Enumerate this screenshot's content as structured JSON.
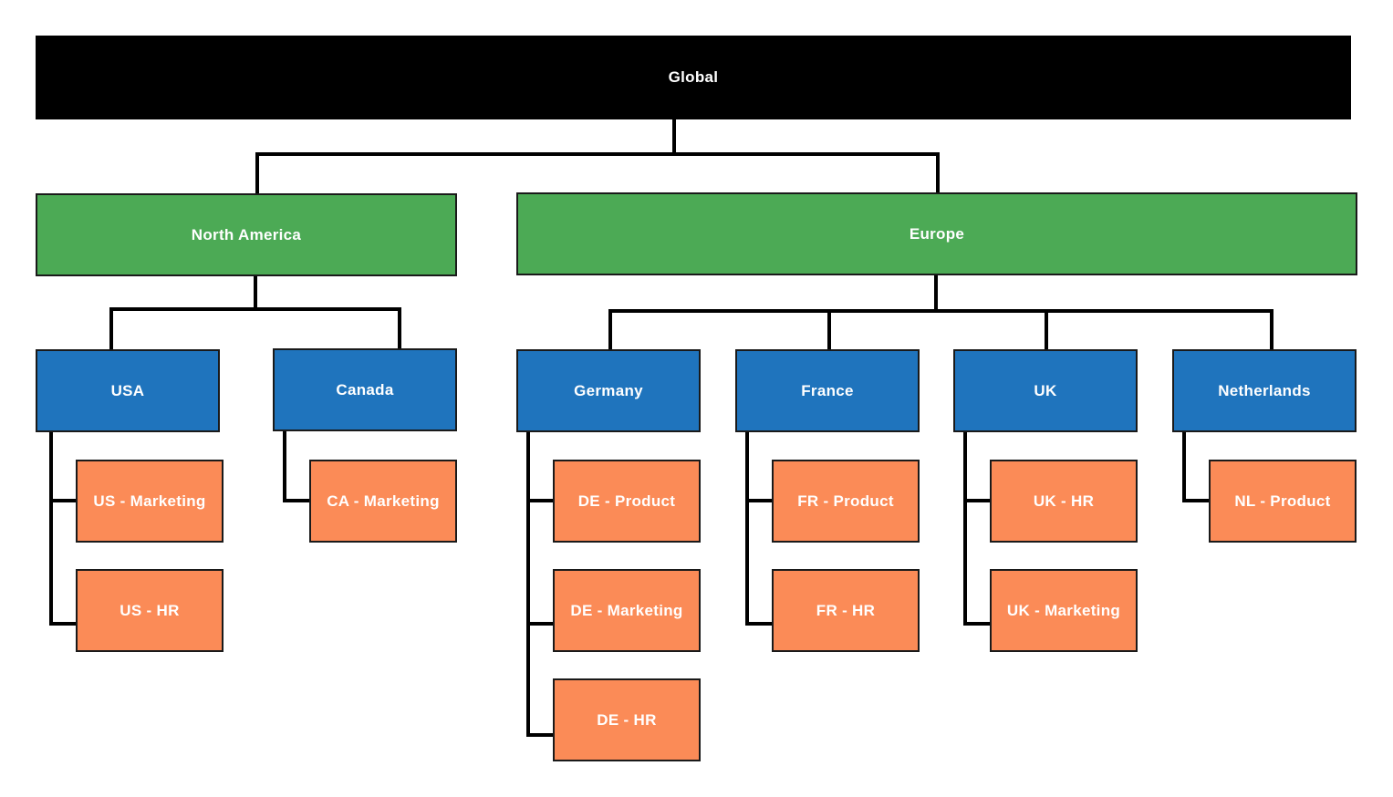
{
  "root": {
    "label": "Global",
    "color": "#000000"
  },
  "regions": [
    {
      "label": "North America",
      "color": "#4caa55"
    },
    {
      "label": "Europe",
      "color": "#4caa55"
    }
  ],
  "countries": [
    {
      "label": "USA",
      "color": "#1f74bd"
    },
    {
      "label": "Canada",
      "color": "#1f74bd"
    },
    {
      "label": "Germany",
      "color": "#1f74bd"
    },
    {
      "label": "France",
      "color": "#1f74bd"
    },
    {
      "label": "UK",
      "color": "#1f74bd"
    },
    {
      "label": "Netherlands",
      "color": "#1f74bd"
    }
  ],
  "teams": {
    "usa": [
      "US - Marketing",
      "US - HR"
    ],
    "canada": [
      "CA - Marketing"
    ],
    "germany": [
      "DE - Product",
      "DE - Marketing",
      "DE - HR"
    ],
    "france": [
      "FR - Product",
      "FR - HR"
    ],
    "uk": [
      "UK - HR",
      "UK - Marketing"
    ],
    "netherlands": [
      "NL - Product"
    ]
  },
  "team_color": "#fb8b57"
}
